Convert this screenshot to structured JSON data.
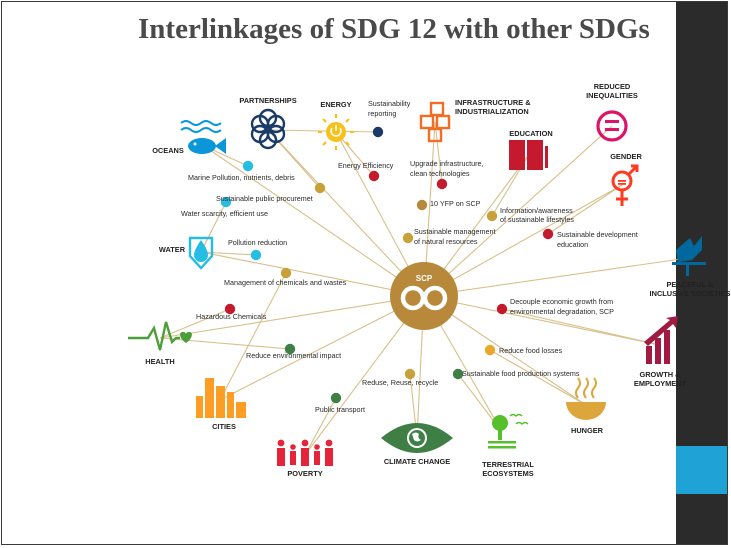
{
  "slide": {
    "title": "Interlinkages of SDG 12 with other SDGs"
  },
  "colors": {
    "hub": "#b8893a",
    "connector": "#d9bf8a",
    "sidebar": "#2b2b2b",
    "sidebar_accent": "#1fa2d6"
  },
  "hub": {
    "label": "SCP"
  },
  "goals": [
    {
      "id": "partnerships",
      "label": "PARTNERSHIPS",
      "color": "#1a3b68",
      "icon": "flower-ring-icon"
    },
    {
      "id": "energy",
      "label": "ENERGY",
      "color": "#f7c11b",
      "icon": "sun-power-icon"
    },
    {
      "id": "infrastructure",
      "label": "INFRASTRUCTURE & INDUSTRIALIZATION",
      "lines": [
        "INFRASTRUCTURE &",
        "INDUSTRIALIZATION"
      ],
      "color": "#f36d25",
      "icon": "cubes-icon"
    },
    {
      "id": "inequalities",
      "label": "REDUCED INEQUALITIES",
      "lines": [
        "REDUCED",
        "INEQUALITIES"
      ],
      "color": "#dd1367",
      "icon": "equals-circle-icon"
    },
    {
      "id": "oceans",
      "label": "OCEANS",
      "color": "#0a97d9",
      "icon": "fish-icon"
    },
    {
      "id": "education",
      "label": "EDUCATION",
      "color": "#c5192d",
      "icon": "book-icon"
    },
    {
      "id": "gender",
      "label": "GENDER",
      "color": "#ff3a21",
      "icon": "gender-symbol-icon"
    },
    {
      "id": "water",
      "label": "WATER",
      "color": "#26bde2",
      "icon": "water-drop-icon"
    },
    {
      "id": "peace",
      "label": "PEACEFUL & INCLUSIVE SOCIETIES",
      "lines": [
        "PEACEFUL &",
        "INCLUSIVE SOCIETIES"
      ],
      "color": "#00689d",
      "icon": "dove-icon"
    },
    {
      "id": "health",
      "label": "HEALTH",
      "color": "#4c9f38",
      "icon": "heartbeat-icon"
    },
    {
      "id": "growth",
      "label": "GROWTH & EMPLOYMENT",
      "lines": [
        "GROWTH &",
        "EMPLOYMENT"
      ],
      "color": "#a21942",
      "icon": "growth-chart-icon"
    },
    {
      "id": "cities",
      "label": "CITIES",
      "color": "#fd9d24",
      "icon": "city-icon"
    },
    {
      "id": "hunger",
      "label": "HUNGER",
      "color": "#dda63a",
      "icon": "bowl-icon"
    },
    {
      "id": "poverty",
      "label": "POVERTY",
      "color": "#e5243b",
      "icon": "family-icon"
    },
    {
      "id": "climate",
      "label": "CLIMATE CHANGE",
      "color": "#3f7e44",
      "icon": "globe-eye-icon"
    },
    {
      "id": "terrestrial",
      "label": "TERRESTRIAL ECOSYSTEMS",
      "lines": [
        "TERRESTRIAL",
        "ECOSYSTEMS"
      ],
      "color": "#56c02b",
      "icon": "tree-icon"
    }
  ],
  "links": [
    {
      "id": "sustainability-reporting",
      "label": "Sustainability reporting",
      "lines": [
        "Sustainability",
        "reporting"
      ],
      "color": "#1a3b68"
    },
    {
      "id": "energy-efficiency",
      "label": "Energy Efficiency",
      "color": "#c5192d"
    },
    {
      "id": "upgrade-infrastructure",
      "label": "Upgrade infrastructure, clean technologies",
      "lines": [
        "Upgrade infrastructure,",
        "clean technologies"
      ],
      "color": "#c5192d"
    },
    {
      "id": "marine-pollution",
      "label": "Marine Pollution, nutrients, debris",
      "color": "#26bde2"
    },
    {
      "id": "public-procurement",
      "label": "Sustainable public procuremet",
      "color": "#c8a13a"
    },
    {
      "id": "yfp-scp",
      "label": "10 YFP on SCP",
      "color": "#b8893a"
    },
    {
      "id": "information-awareness",
      "label": "Information/awareness of sustainable lifestyles",
      "lines": [
        "Information/awareness",
        "of sustainable lifestyles"
      ],
      "color": "#c8a13a"
    },
    {
      "id": "water-scarcity",
      "label": "Water scarcity, efficient use",
      "color": "#26bde2"
    },
    {
      "id": "natural-resources",
      "label": "Sustainable management of natural resources",
      "lines": [
        "Sustainable management",
        "of natural resources"
      ],
      "color": "#c8a13a"
    },
    {
      "id": "sd-education",
      "label": "Sustainable development education",
      "lines": [
        "Sustainable development",
        "education"
      ],
      "color": "#c5192d"
    },
    {
      "id": "pollution-reduction",
      "label": "Pollution reduction",
      "color": "#26bde2"
    },
    {
      "id": "chemicals-wastes",
      "label": "Management of chemicals and wastes",
      "color": "#c8a13a"
    },
    {
      "id": "decouple-growth",
      "label": "Decouple economic growth from environmental degradation, SCP",
      "lines": [
        "Decouple economic growth from",
        "environmental degradation, SCP"
      ],
      "color": "#c5192d"
    },
    {
      "id": "hazardous-chemicals",
      "label": "Hazardous Chemicals",
      "color": "#c5192d"
    },
    {
      "id": "environmental-impact",
      "label": "Reduce environmental impact",
      "color": "#3f7e44"
    },
    {
      "id": "food-losses",
      "label": "Reduce food losses",
      "color": "#e9a72b"
    },
    {
      "id": "reduse-reuse-recycle",
      "label": "Reduse, Reuse, recycle",
      "color": "#c8a13a"
    },
    {
      "id": "food-production",
      "label": "Sustainable food production systems",
      "color": "#3f7e44"
    },
    {
      "id": "public-transport",
      "label": "Public transport",
      "color": "#3f7e44"
    }
  ]
}
